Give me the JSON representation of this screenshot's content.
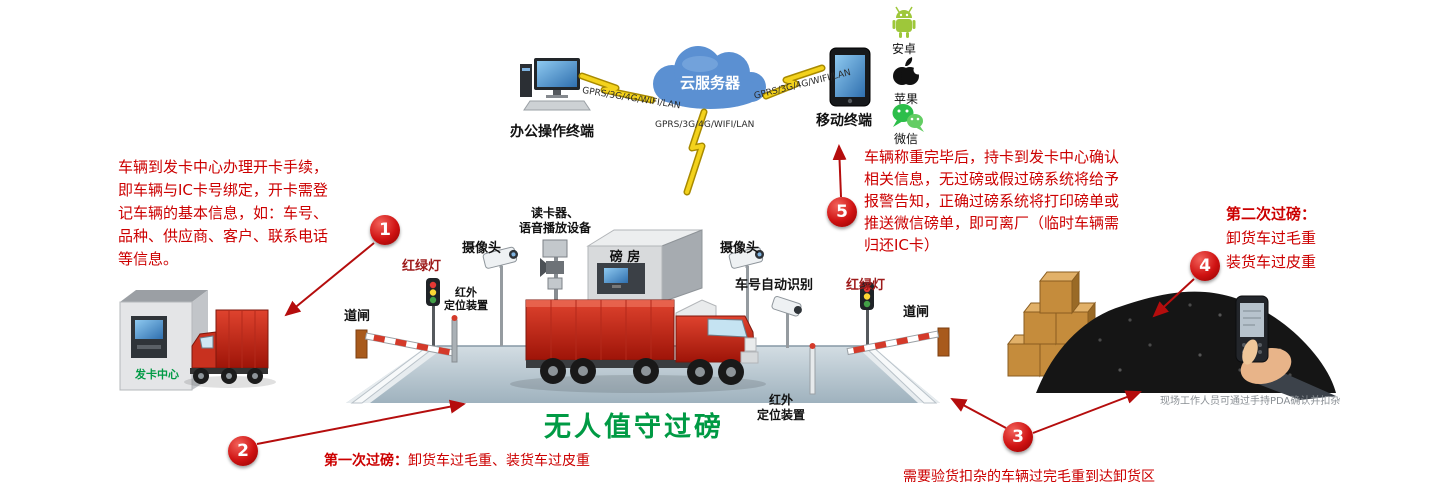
{
  "colors": {
    "accent_red": "#cc0000",
    "title_green": "#009a44",
    "cloud_blue": "#5b90d2",
    "platform_gray": "#b9c6cf",
    "truck_red": "#c02a18"
  },
  "top": {
    "office_terminal": "办公操作终端",
    "cloud": "云服务器",
    "mobile_terminal": "移动终端",
    "link_left": "GPRS/3G/4G/WIFI/LAN",
    "link_down": "GPRS/3G/4G/WIFI/LAN",
    "link_right": "GPRS/3G/4G/WIFI/LAN",
    "android": "安卓",
    "apple": "苹果",
    "wechat": "微信"
  },
  "badges": {
    "b1": "1",
    "b2": "2",
    "b3": "3",
    "b4": "4",
    "b5": "5"
  },
  "notes": {
    "step1": "车辆到发卡中心办理开卡手续，即车辆与IC卡号绑定，开卡需登记车辆的基本信息，如：车号、品种、供应商、客户、联系电话等信息。",
    "step5": "车辆称重完毕后，持卡到发卡中心确认相关信息，无过磅或假过磅系统将给予报警告知，正确过磅系统将打印磅单或推送微信磅单，即可离厂（临时车辆需归还IC卡）",
    "second_weigh_title": "第二次过磅：",
    "second_weigh_lines": "卸货车过毛重\n装货车过皮重",
    "first_weigh_title": "第一次过磅：",
    "first_weigh_rest": "卸货车过毛重、装货车过皮重",
    "step3": "需要验货扣杂的车辆过完毛重到达卸货区",
    "pda_caption": "现场工作人员可通过手持PDA确认并扣杂"
  },
  "scene": {
    "card_center": "发卡中心",
    "reader": "读卡器、\n语音播放设备",
    "weigh_house": "磅 房",
    "camera_left": "摄像头",
    "camera_right": "摄像头",
    "traffic_left": "红绿灯",
    "traffic_right": "红绿灯",
    "gate_left": "道闸",
    "gate_right": "道闸",
    "plate_recog": "车号自动识别",
    "infrared_left": "红外\n定位装置",
    "infrared_right": "红外\n定位装置",
    "title": "无人值守过磅"
  }
}
